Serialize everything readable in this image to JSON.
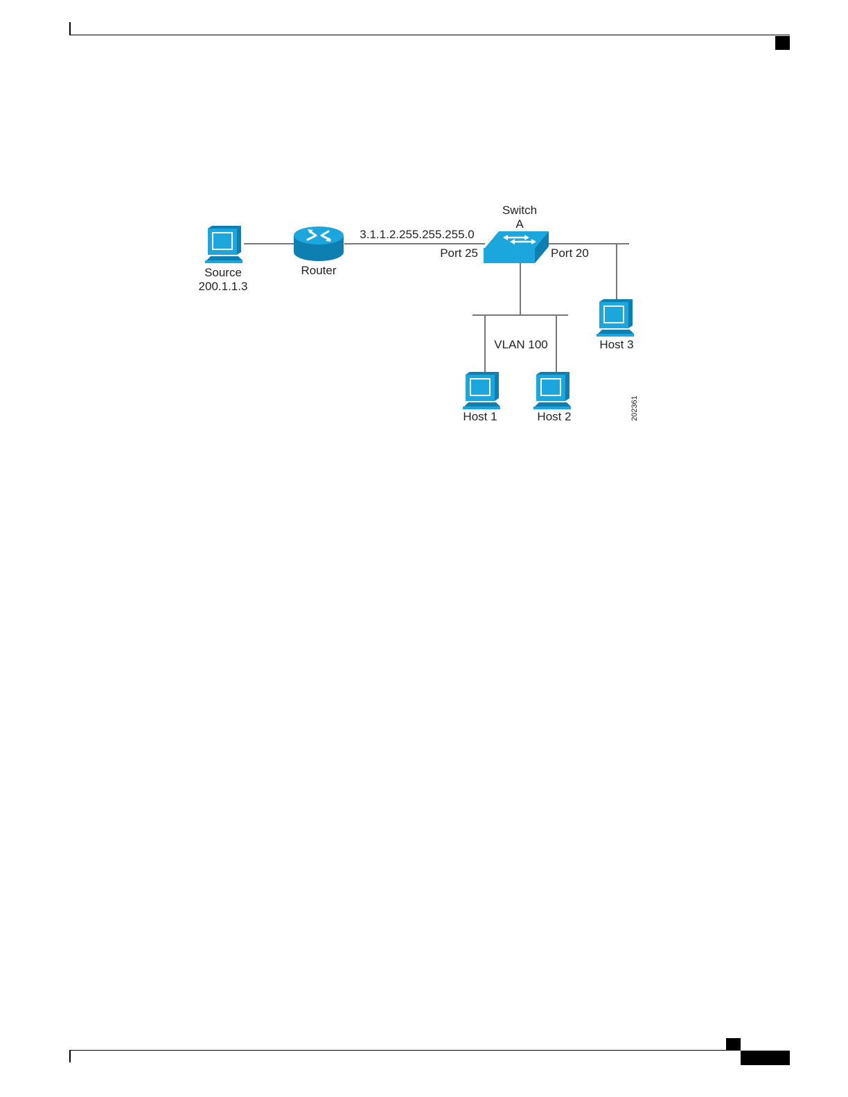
{
  "diagram": {
    "link_label": "3.1.1.2.255.255.255.0",
    "switch_label_line1": "Switch",
    "switch_label_line2": "A",
    "port_25_label": "Port 25",
    "port_20_label": "Port 20",
    "source_label": "Source",
    "source_ip": "200.1.1.3",
    "router_label": "Router",
    "vlan_label": "VLAN 100",
    "host1_label": "Host 1",
    "host2_label": "Host 2",
    "host3_label": "Host 3",
    "figure_number": "202361",
    "colors": {
      "device_blue": "#1ba7de",
      "device_dark": "#0d7fb0",
      "link_gray": "#777777"
    },
    "icons": [
      "pc-icon",
      "router-icon",
      "switch-icon"
    ]
  }
}
